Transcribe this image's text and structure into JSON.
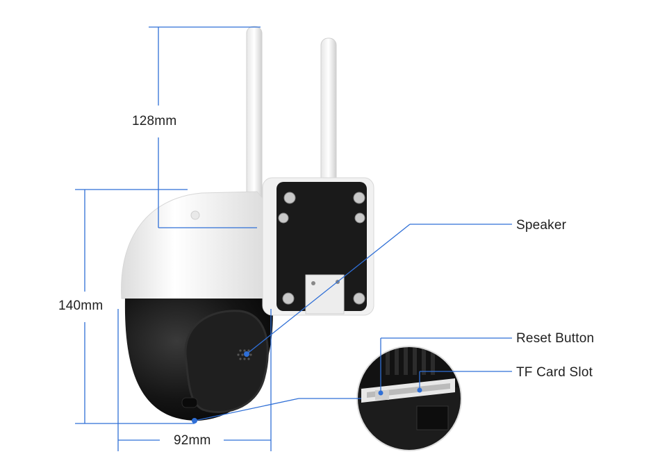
{
  "dimensions": {
    "height_antenna": "128mm",
    "height_body": "140mm",
    "width_body": "92mm"
  },
  "callouts": {
    "speaker": "Speaker",
    "reset_button": "Reset Button",
    "tf_card_slot": "TF Card Slot"
  },
  "colors": {
    "dimension_line": "#2f6fd6",
    "camera_shell": "#f4f4f4",
    "camera_dome": "#141414",
    "mount_plate": "#1a1a1a"
  }
}
